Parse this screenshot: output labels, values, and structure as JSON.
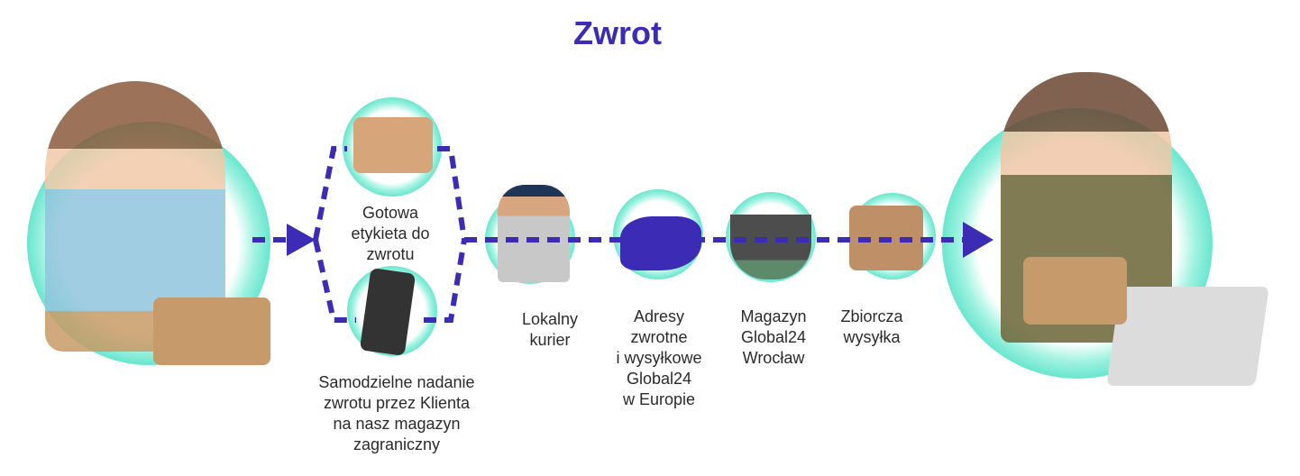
{
  "title": "Zwrot",
  "steps": {
    "ready_label": "Gotowa\netykieta do\nzwrotu",
    "self_send": "Samodzielne nadanie\nzwrotu przez Klienta\nna nasz magazyn\nzagraniczny",
    "local_courier": "Lokalny\nkurier",
    "addresses": "Adresy\nzwrotne\ni wysyłkowe\nGlobal24\nw Europie",
    "warehouse": "Magazyn\nGlobal24\nWrocław",
    "consolidated": "Zbiorcza\nwysyłka"
  },
  "colors": {
    "accent": "#3b2bb5",
    "teal": "#2fd9bd"
  }
}
